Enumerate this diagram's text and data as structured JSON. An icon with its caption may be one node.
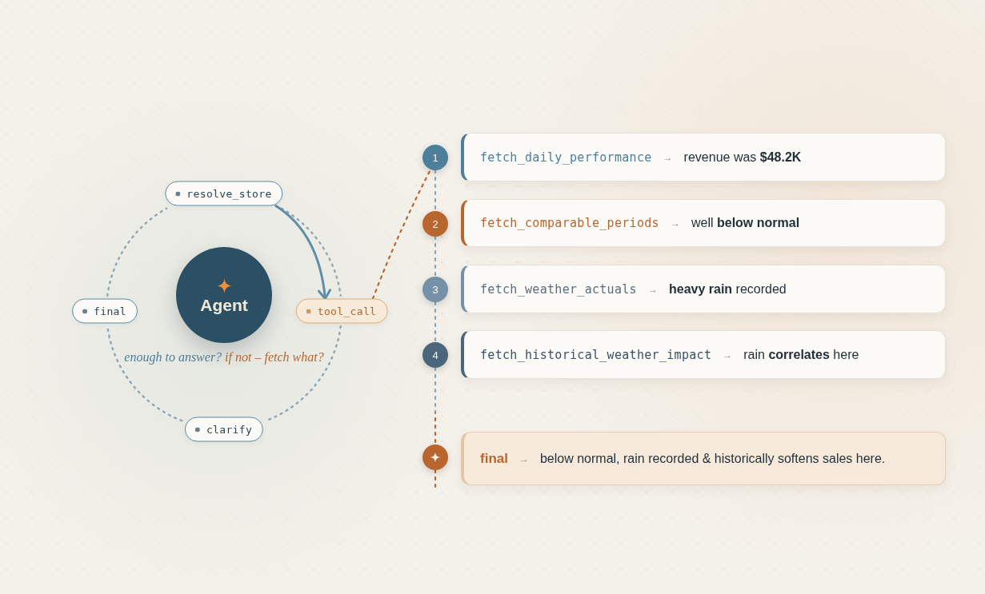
{
  "diagram": {
    "nodes": [
      {
        "text": [
          "resolve_store"
        ]
      },
      {
        "text": [
          "final"
        ]
      },
      {
        "text": [
          "Agent"
        ]
      },
      {
        "text": [
          "tool_call"
        ]
      },
      {
        "text": [
          "clarify"
        ]
      },
      {
        "text": [
          "1"
        ]
      },
      {
        "text": [
          "fetch_daily_performance",
          "→",
          "revenue was **$48.2K**"
        ]
      },
      {
        "text": [
          "2"
        ]
      },
      {
        "text": [
          "fetch_comparable_periods",
          "→",
          "well **below normal**"
        ]
      },
      {
        "text": [
          "3"
        ]
      },
      {
        "text": [
          "fetch_weather_actuals",
          "→",
          "**heavy rain** recorded"
        ]
      },
      {
        "text": [
          "4"
        ]
      },
      {
        "text": [
          "fetch_historical_weather_impact",
          "→",
          "rain **correlates** here"
        ]
      },
      {
        "text": [],
        "shape": "circle"
      },
      {
        "text": [
          "final",
          "→",
          "below normal, rain recorded & historically softens sales here."
        ]
      }
    ],
    "edges": [
      {
        "from": 0,
        "to": 3,
        "arrow": "none",
        "style": "dashed"
      },
      {
        "from": 3,
        "to": 4,
        "arrow": "none",
        "style": "dashed"
      },
      {
        "from": 4,
        "to": 1,
        "arrow": "none",
        "style": "dashed"
      },
      {
        "from": 1,
        "to": 0,
        "arrow": "none",
        "style": "dashed"
      },
      {
        "from": 0,
        "to": 3,
        "arrow": "to",
        "color": "#5f8ea8"
      },
      {
        "from": 3,
        "to": 5,
        "arrow": "none",
        "style": "dashed",
        "color": "#b8662e"
      },
      {
        "from": 5,
        "to": 7,
        "arrow": "none",
        "style": "dashed"
      },
      {
        "from": 7,
        "to": 9,
        "arrow": "none",
        "style": "dashed"
      },
      {
        "from": 9,
        "to": 11,
        "arrow": "none",
        "style": "dashed"
      },
      {
        "from": 11,
        "to": 13,
        "arrow": "none",
        "style": "dashed"
      },
      {
        "from": 13,
        "to": null,
        "arrow": "none",
        "style": "dashed",
        "color": "#b8662e"
      }
    ],
    "labels": [
      "enough to answer?",
      "if not – fetch what?"
    ]
  }
}
